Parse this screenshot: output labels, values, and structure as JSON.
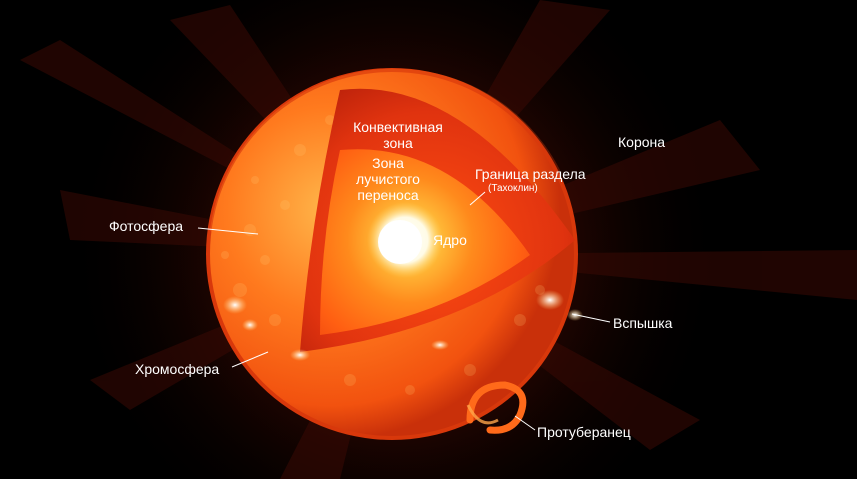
{
  "labels": {
    "convective_zone": "Конвективная\nзона",
    "radiative_zone": "Зона\nлучистого\nпереноса",
    "tachocline": "Граница раздела",
    "tachocline_sub": "(Тахоклин)",
    "core": "Ядро",
    "corona": "Корона",
    "photosphere": "Фотосфера",
    "flare": "Вспышка",
    "chromosphere": "Хромосфера",
    "prominence": "Протуберанец"
  },
  "colors": {
    "background": "#000000",
    "surface": "#ff6a1a",
    "surface_dark": "#e2400c",
    "convective": "#e0330f",
    "radiative": "#ff5a14",
    "core": "#ffffff",
    "leader_line": "#ffffff"
  }
}
